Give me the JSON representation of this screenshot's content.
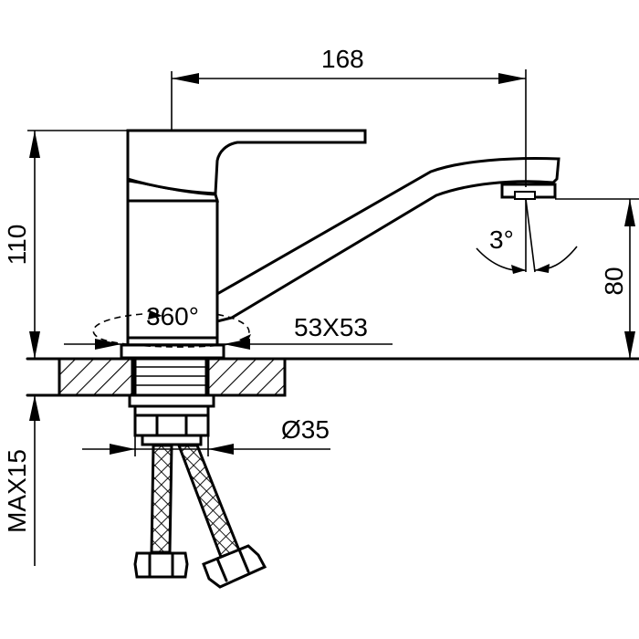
{
  "dimensions": {
    "width": "168",
    "height": "110",
    "spout_height": "80",
    "base_size": "53X53",
    "swivel": "360°",
    "tilt": "3°",
    "hose_diameter": "Ø35",
    "max_thickness": "MAX15"
  }
}
